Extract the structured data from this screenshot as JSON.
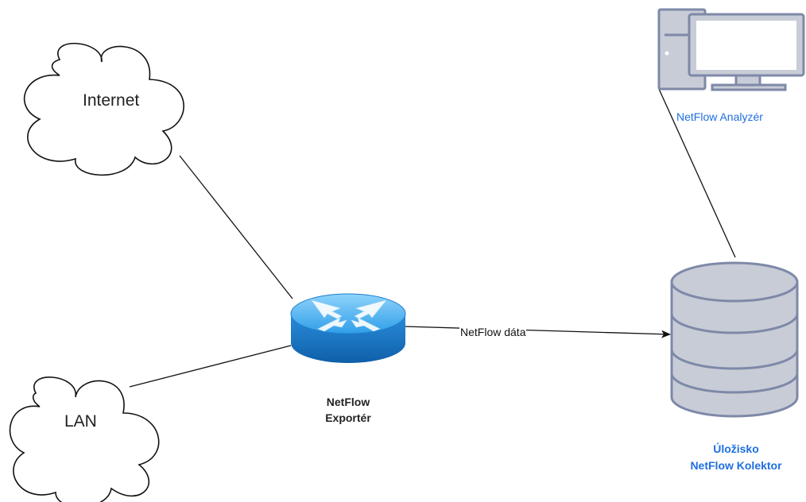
{
  "nodes": {
    "internet": {
      "label": "Internet"
    },
    "lan": {
      "label": "LAN"
    },
    "exporter": {
      "line1": "NetFlow",
      "line2": "Exportér"
    },
    "collector": {
      "line1": "Úložisko",
      "line2": "NetFlow Kolektor"
    },
    "analyzer": {
      "label": "NetFlow Analyzér"
    }
  },
  "edges": {
    "exporter_to_collector": {
      "label": "NetFlow dáta"
    }
  },
  "colors": {
    "line": "#111111",
    "icon_fill": "#c7ccd6",
    "icon_stroke": "#7e89a8",
    "label_blue": "#1f6fe0",
    "router_top": "#4fb5f0",
    "router_side": "#1d7fcc"
  }
}
